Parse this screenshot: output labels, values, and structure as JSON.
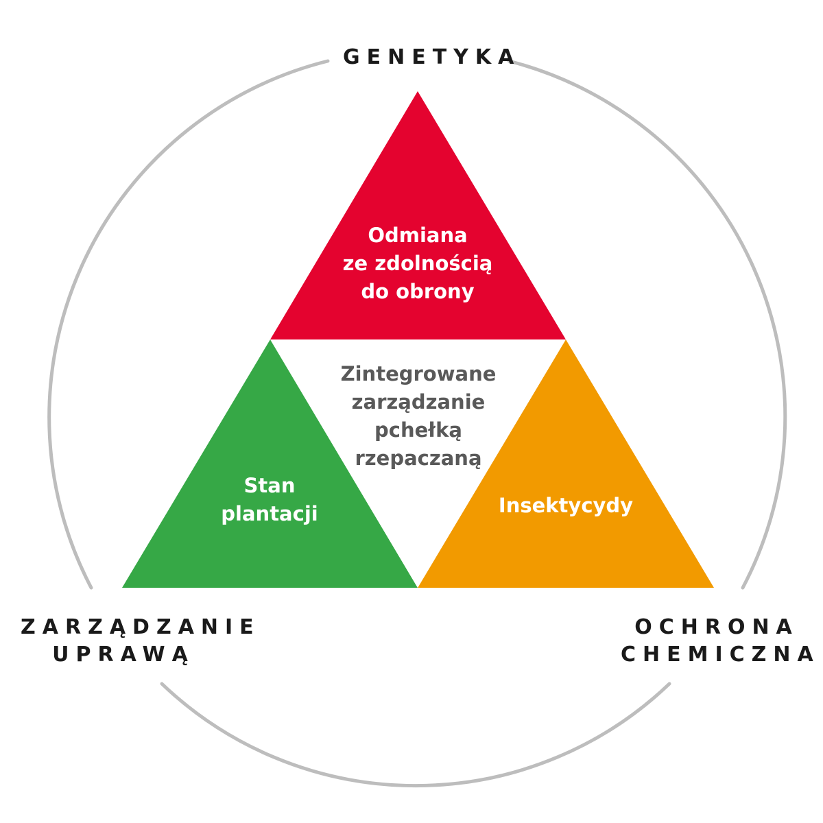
{
  "colors": {
    "circle": "#bdbdbd",
    "top_triangle": "#e4032f",
    "left_triangle": "#36a846",
    "right_triangle": "#f29a00",
    "center_text": "#595959",
    "triangle_text": "#ffffff",
    "label_text": "#1a1a1a"
  },
  "labels": {
    "top": "GENETYKA",
    "bottom_left_line1": "ZARZĄDZANIE",
    "bottom_left_line2": "UPRAWĄ",
    "bottom_right_line1": "OCHRONA",
    "bottom_right_line2": "CHEMICZNA"
  },
  "triangles": {
    "top": {
      "line1": "Odmiana",
      "line2": "ze zdolnością",
      "line3": "do obrony"
    },
    "left": {
      "line1": "Stan",
      "line2": "plantacji"
    },
    "right": {
      "line1": "Insektycydy"
    },
    "center": {
      "line1": "Zintegrowane",
      "line2": "zarządzanie",
      "line3": "pchełką",
      "line4": "rzepaczaną"
    }
  }
}
